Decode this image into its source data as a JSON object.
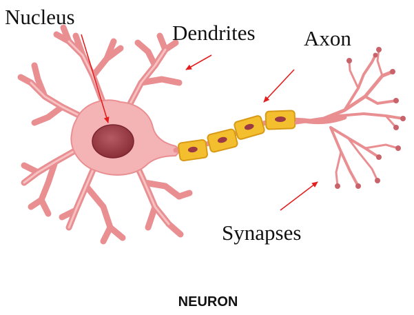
{
  "diagram": {
    "title": "NEURON",
    "labels": {
      "nucleus": "Nucleus",
      "dendrites": "Dendrites",
      "axon": "Axon",
      "synapses": "Synapses"
    },
    "colors": {
      "cell_body": "#f4b3b4",
      "cell_outline": "#e98f92",
      "nucleus": "#9b3a44",
      "myelin": "#f3bf2f",
      "myelin_outline": "#d89a16",
      "arrow": "#e41e1e"
    }
  }
}
